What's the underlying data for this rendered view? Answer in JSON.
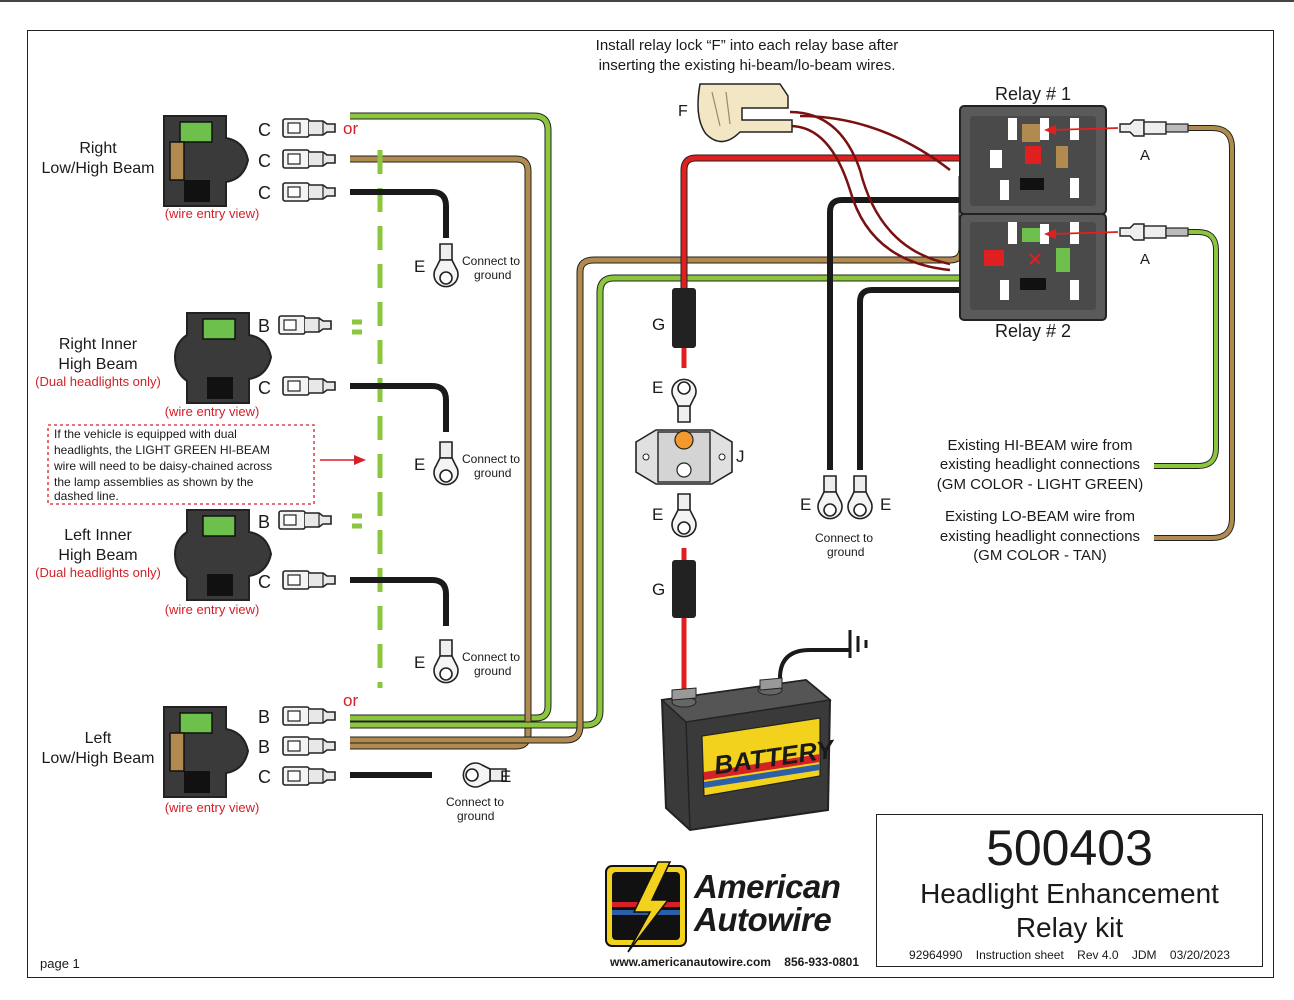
{
  "header": {
    "instruction_line1": "Install relay lock “F” into each relay base after",
    "instruction_line2": "inserting the existing hi-beam/lo-beam wires."
  },
  "relays": {
    "relay1_label": "Relay # 1",
    "relay2_label": "Relay # 2"
  },
  "connectors": [
    {
      "name_line1": "Right",
      "name_line2": "Low/High Beam",
      "note": "",
      "view": "(wire entry view)",
      "pins": [
        "C",
        "C",
        "C"
      ]
    },
    {
      "name_line1": "Right Inner",
      "name_line2": "High Beam",
      "note": "(Dual headlights only)",
      "view": "(wire entry view)",
      "pins": [
        "B",
        "C"
      ]
    },
    {
      "name_line1": "Left Inner",
      "name_line2": "High Beam",
      "note": "(Dual headlights only)",
      "view": "(wire entry view)",
      "pins": [
        "B",
        "C"
      ]
    },
    {
      "name_line1": "Left",
      "name_line2": "Low/High Beam",
      "note": "",
      "view": "(wire entry view)",
      "pins": [
        "B",
        "B",
        "C"
      ]
    }
  ],
  "callout": {
    "lines": [
      "If the vehicle is equipped with dual",
      "headlights, the LIGHT GREEN HI-BEAM",
      "wire will need to be daisy-chained across",
      "the lamp assemblies as shown by the",
      "dashed line."
    ]
  },
  "labels": {
    "or": "or",
    "A": "A",
    "B": "B",
    "C": "C",
    "E": "E",
    "F": "F",
    "G": "G",
    "J": "J",
    "connect_to": "Connect to",
    "ground": "ground"
  },
  "existing_wires": {
    "hi_line1": "Existing HI-BEAM wire from",
    "hi_line2": "existing headlight connections",
    "hi_line3": "(GM COLOR - LIGHT GREEN)",
    "lo_line1": "Existing LO-BEAM wire from",
    "lo_line2": "existing headlight connections",
    "lo_line3": "(GM COLOR - TAN)"
  },
  "battery": {
    "label": "BATTERY"
  },
  "logo": {
    "line1": "American",
    "line2": "Autowire",
    "website": "www.americanautowire.com",
    "phone": "856-933-0801"
  },
  "title_block": {
    "part_number": "500403",
    "title_line1": "Headlight Enhancement",
    "title_line2": "Relay kit",
    "doc_number": "92964990",
    "doc_type": "Instruction sheet",
    "revision": "Rev 4.0",
    "author": "JDM",
    "date": "03/20/2023"
  },
  "footer": {
    "page": "page 1"
  },
  "colors": {
    "light_green": "#8cc63f",
    "tan": "#b08a4e",
    "red": "#e02020",
    "black": "#1a1a1a",
    "note_red": "#d42027"
  }
}
